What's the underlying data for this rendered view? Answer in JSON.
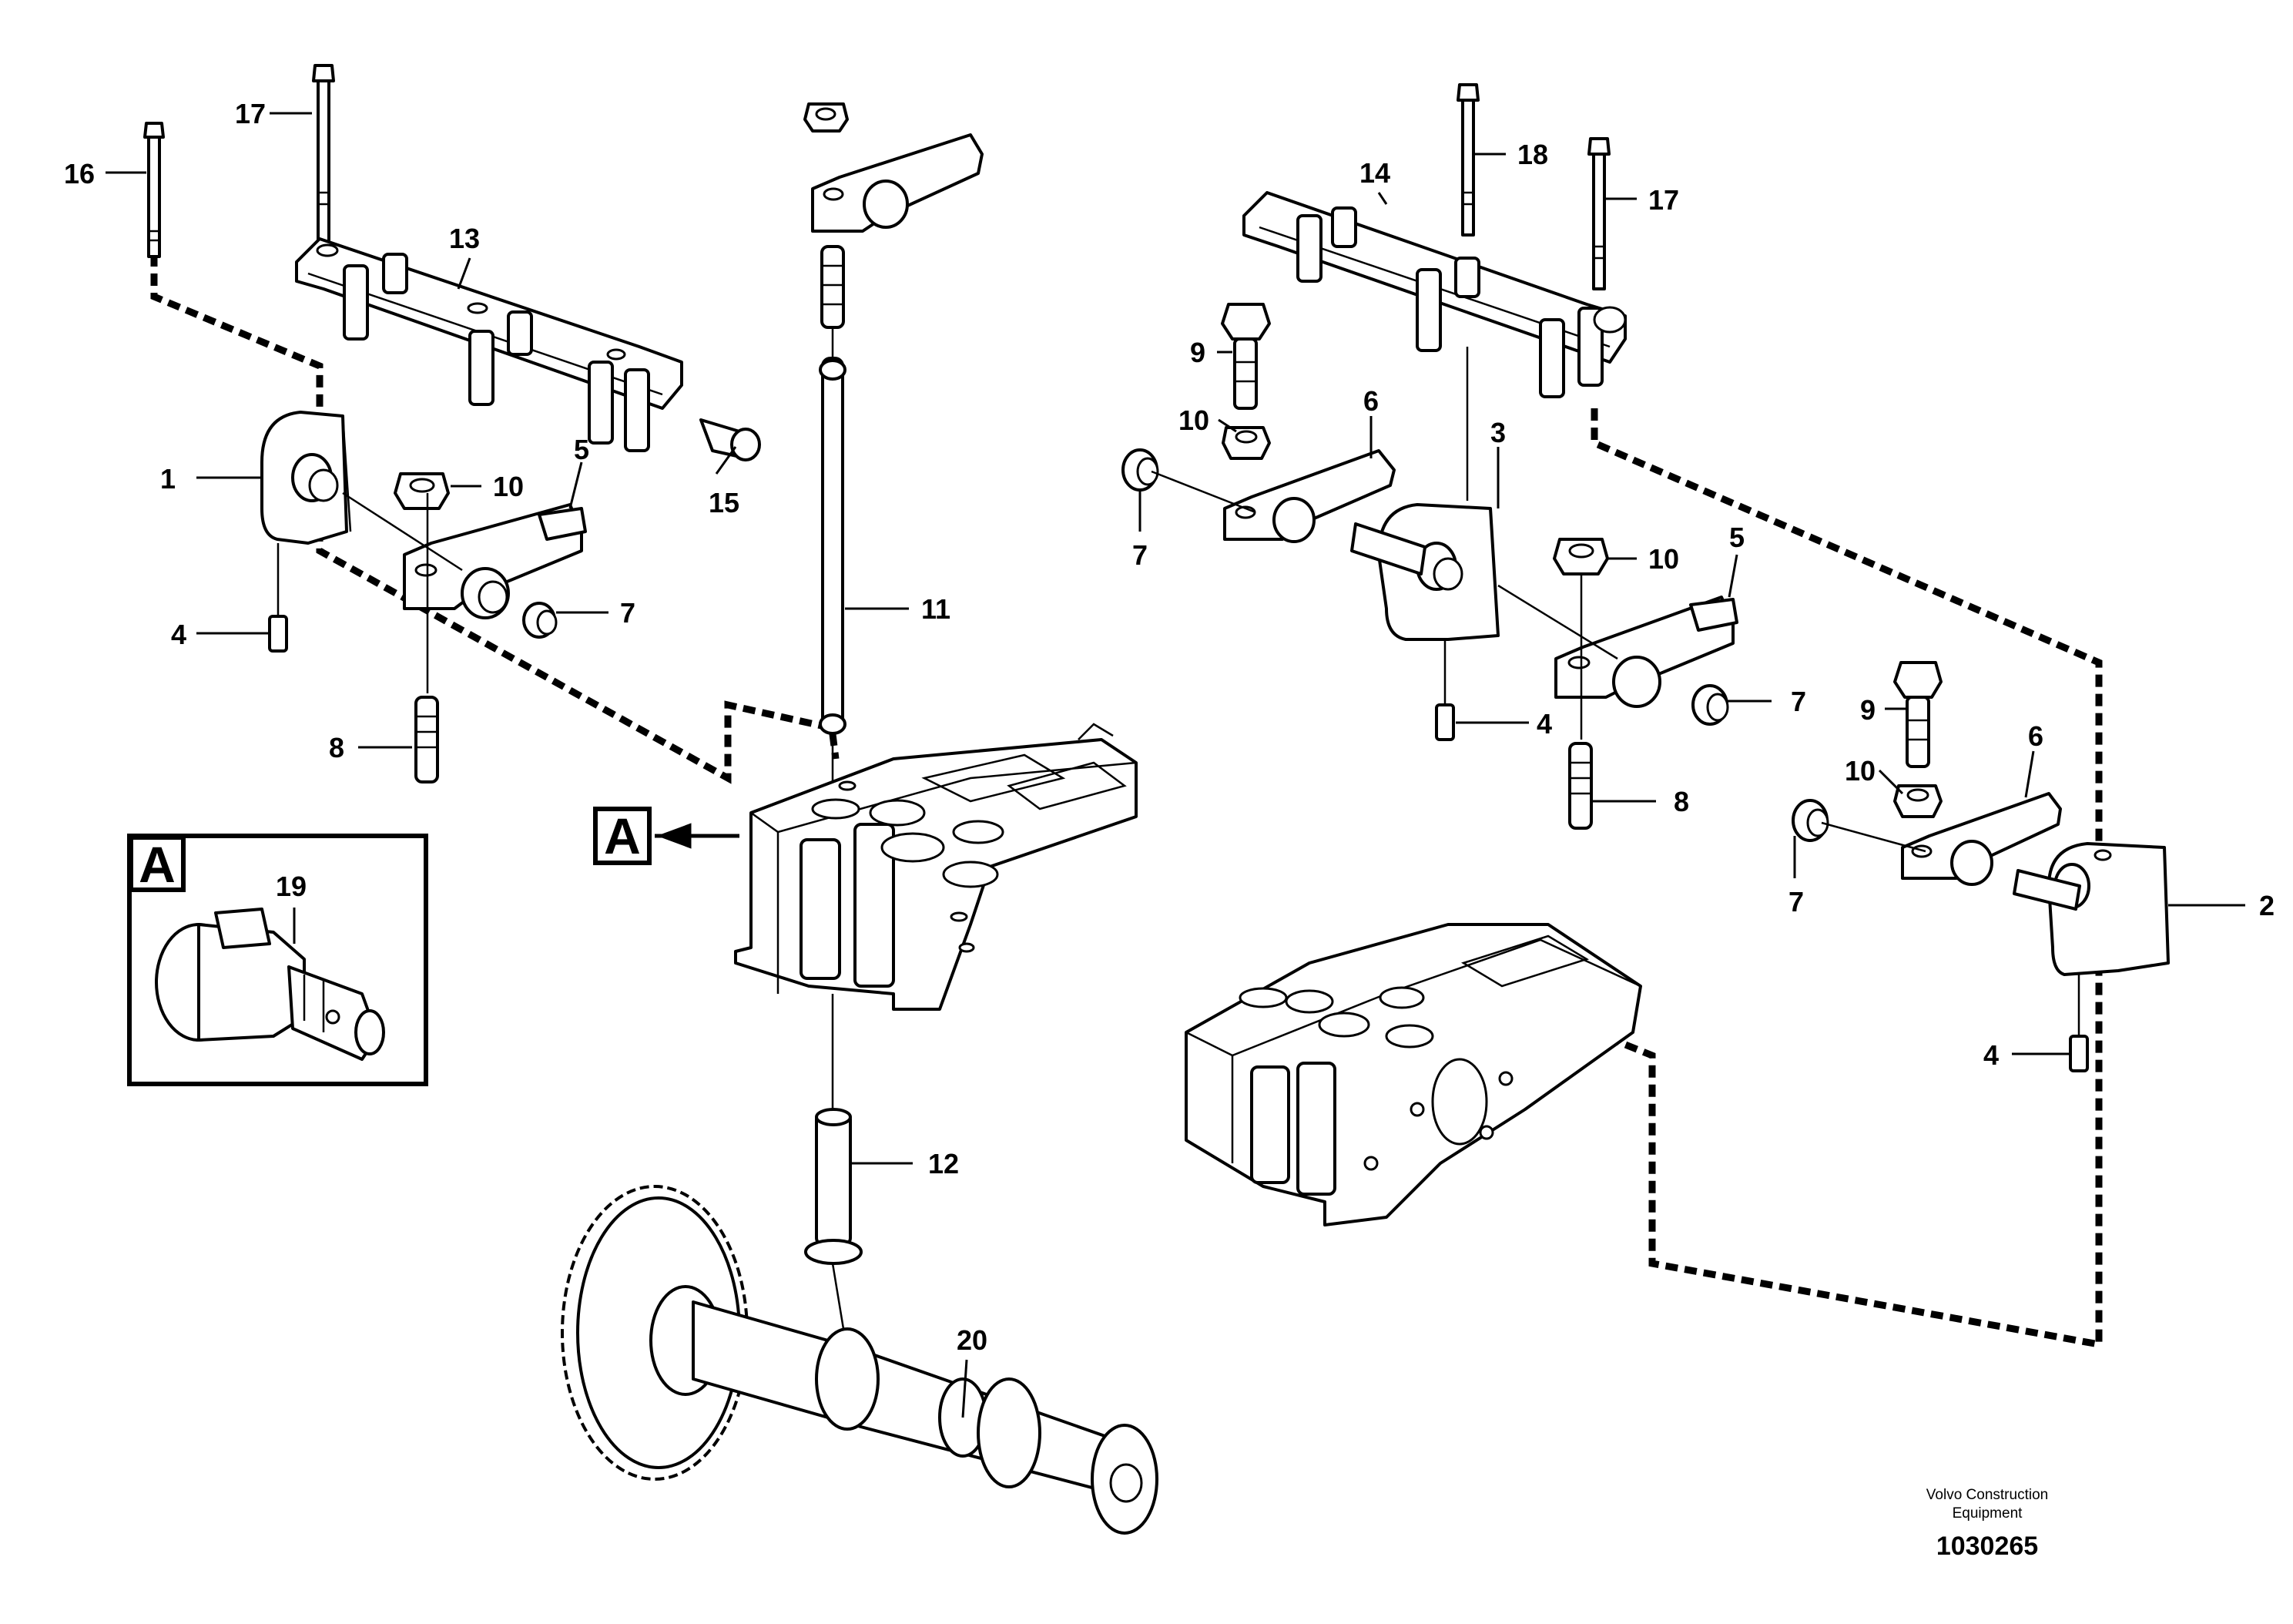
{
  "diagram": {
    "callouts": {
      "c1": "1",
      "c2": "2",
      "c3": "3",
      "c4a": "4",
      "c4b": "4",
      "c4c": "4",
      "c5a": "5",
      "c5b": "5",
      "c6a": "6",
      "c6b": "6",
      "c7a": "7",
      "c7b": "7",
      "c7c": "7",
      "c7d": "7",
      "c8a": "8",
      "c8b": "8",
      "c9a": "9",
      "c9b": "9",
      "c10a": "10",
      "c10b": "10",
      "c10c": "10",
      "c10d": "10",
      "c11": "11",
      "c12": "12",
      "c13": "13",
      "c14": "14",
      "c15": "15",
      "c16": "16",
      "c17a": "17",
      "c17b": "17",
      "c18": "18",
      "c19": "19",
      "c20": "20"
    },
    "view_marker": "A",
    "inset_marker": "A"
  },
  "footer": {
    "credit_line1": "Volvo Construction",
    "credit_line2": "Equipment",
    "document_number": "1030265"
  }
}
